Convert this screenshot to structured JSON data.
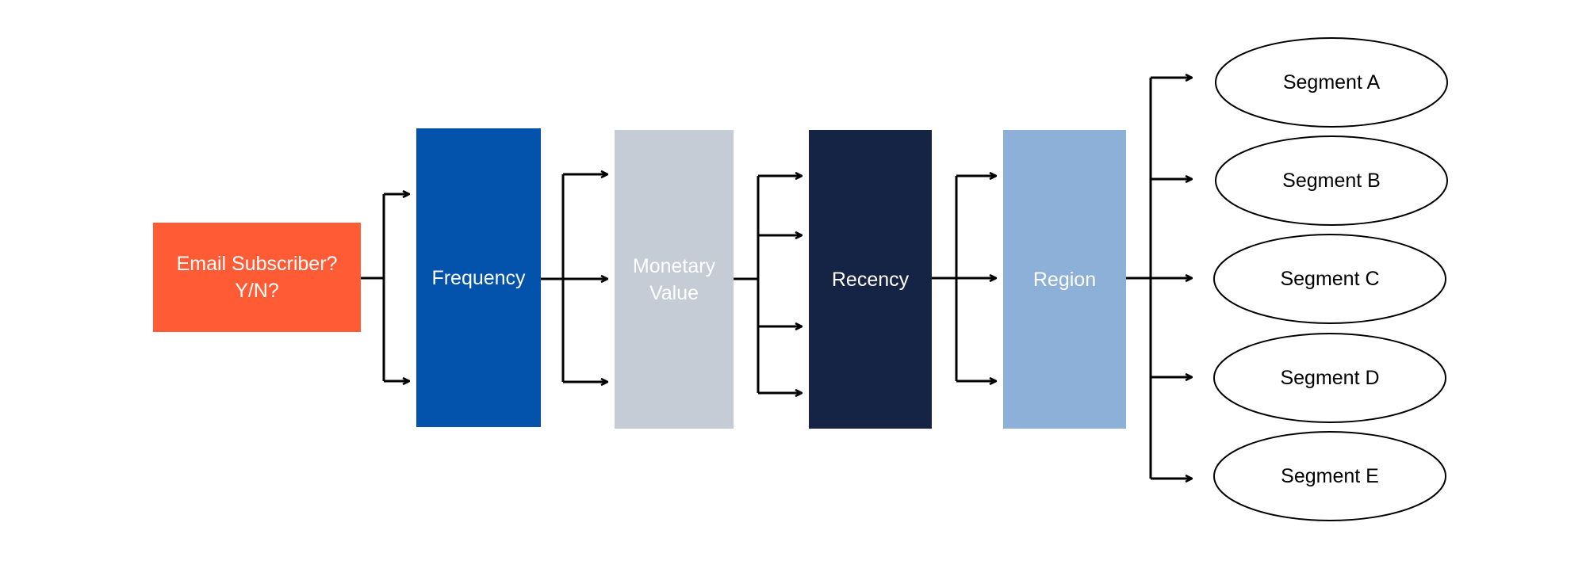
{
  "colors": {
    "email": "#ff5c35",
    "frequency": "#0352ab",
    "monetary": "#c5ccd5",
    "recency": "#152445",
    "region": "#8cb0d8",
    "connector": "#000000"
  },
  "blocks": {
    "email": "Email Subscriber?\nY/N?",
    "frequency": "Frequency",
    "monetary": "Monetary\nValue",
    "recency": "Recency",
    "region": "Region"
  },
  "segments": [
    "Segment A",
    "Segment B",
    "Segment C",
    "Segment D",
    "Segment E"
  ]
}
